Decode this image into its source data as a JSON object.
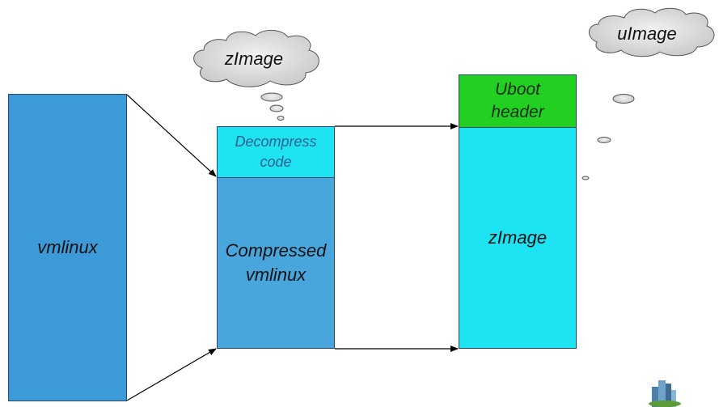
{
  "diagram": {
    "vmlinux_label": "vmlinux",
    "decompress_code": {
      "line1": "Decompress",
      "line2": "code"
    },
    "compressed_vmlinux": {
      "line1": "Compressed",
      "line2": "vmlinux"
    },
    "uboot_header": {
      "line1": "Uboot",
      "line2": "header"
    },
    "zimage_label": "zImage",
    "cloud_zimage_label": "zImage",
    "cloud_uimage_label": "uImage"
  },
  "colors": {
    "vmlinux": "#3d9ad8",
    "decompress_code": "#1ee3f2",
    "compressed_vmlinux": "#49a6dd",
    "uboot_header": "#22d021",
    "zimage": "#1ee3f2",
    "cloud": "#d9d9d9"
  }
}
